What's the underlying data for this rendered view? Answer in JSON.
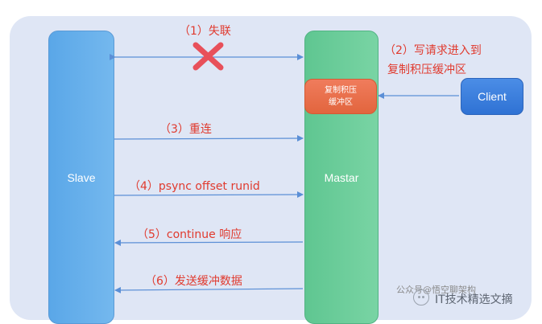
{
  "nodes": {
    "slave": "Slave",
    "master": "Mastar",
    "backlog_line1": "复制积压",
    "backlog_line2": "缓冲区",
    "client": "Client"
  },
  "steps": {
    "s1": "（1）失联",
    "s2_line1": "（2）写请求进入到",
    "s2_line2": "复制积压缓冲区",
    "s3": "（3）重连",
    "s4": "（4）psync offset runid",
    "s5": "（5）continue 响应",
    "s6": "（6）发送缓冲数据"
  },
  "watermark": {
    "prefix": "公众号@悟空聊架构",
    "name": "IT技术精选文摘"
  },
  "colors": {
    "arrow": "#5b8fd6",
    "label": "#e03a2e",
    "cross": "#e8505a"
  }
}
